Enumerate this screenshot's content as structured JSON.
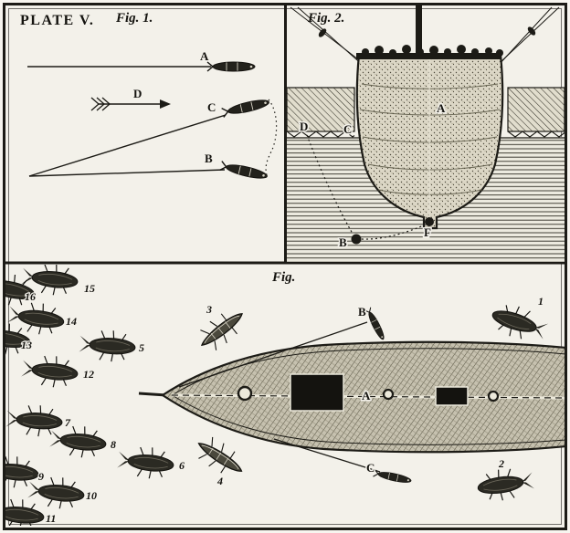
{
  "plate": {
    "title": "PLATE V."
  },
  "fig1": {
    "caption": "Fig. 1.",
    "labels": {
      "A": "A",
      "B": "B",
      "C": "C",
      "D": "D"
    }
  },
  "fig2": {
    "caption": "Fig. 2.",
    "labels": {
      "A": "A",
      "B": "B",
      "C": "C",
      "D": "D",
      "F": "F"
    }
  },
  "fig3": {
    "caption": "Fig.",
    "labels": {
      "A": "A",
      "B": "B",
      "C": "C"
    },
    "numbers": [
      "1",
      "2",
      "3",
      "4",
      "5",
      "6",
      "7",
      "8",
      "9",
      "10",
      "11",
      "12",
      "13",
      "14",
      "15",
      "16"
    ]
  },
  "colors": {
    "paper": "#f3f1ea",
    "ink": "#1c1b16"
  }
}
